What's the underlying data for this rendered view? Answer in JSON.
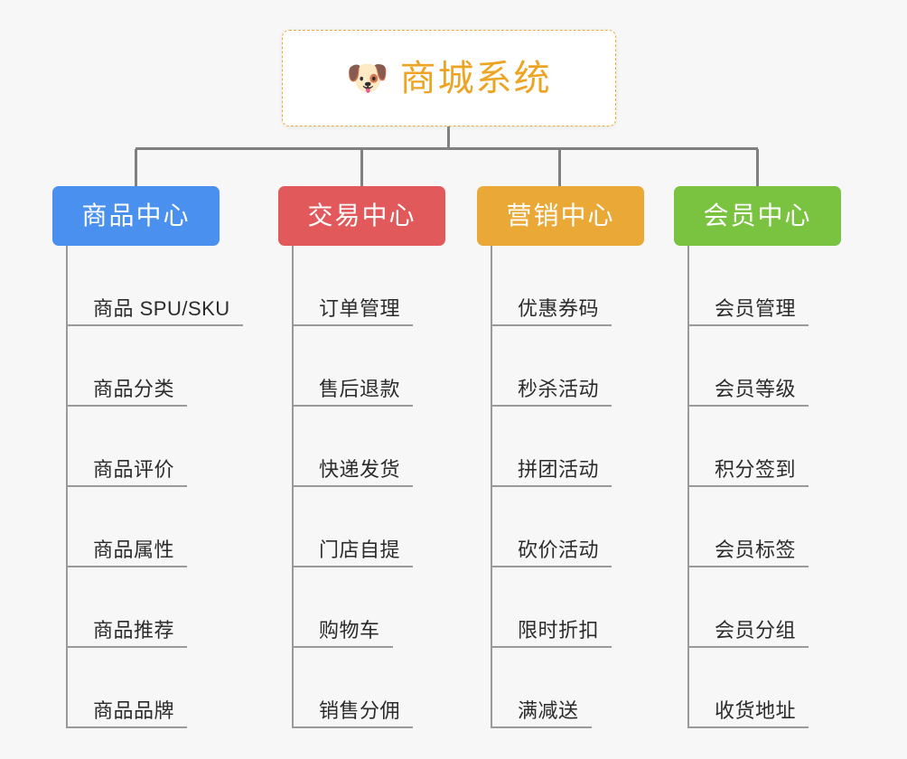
{
  "page": {
    "background_color": "#f7f7f7",
    "line_color": "#808080",
    "leaf_line_color": "#9a9a9a"
  },
  "root": {
    "icon": "🐶",
    "icon_name": "dog-face-emoji",
    "title": "商城系统",
    "title_color": "#eda423",
    "border_color": "#f0a93b"
  },
  "categories": [
    {
      "label": "商品中心",
      "color": "#4a90ee",
      "items": [
        {
          "label": "商品 SPU/SKU"
        },
        {
          "label": "商品分类"
        },
        {
          "label": "商品评价"
        },
        {
          "label": "商品属性"
        },
        {
          "label": "商品推荐"
        },
        {
          "label": "商品品牌"
        }
      ]
    },
    {
      "label": "交易中心",
      "color": "#e2595b",
      "items": [
        {
          "label": "订单管理"
        },
        {
          "label": "售后退款"
        },
        {
          "label": "快递发货"
        },
        {
          "label": "门店自提"
        },
        {
          "label": "购物车"
        },
        {
          "label": "销售分佣"
        }
      ]
    },
    {
      "label": "营销中心",
      "color": "#eaa937",
      "items": [
        {
          "label": "优惠券码"
        },
        {
          "label": "秒杀活动"
        },
        {
          "label": "拼团活动"
        },
        {
          "label": "砍价活动"
        },
        {
          "label": "限时折扣"
        },
        {
          "label": "满减送"
        }
      ]
    },
    {
      "label": "会员中心",
      "color": "#79c340",
      "items": [
        {
          "label": "会员管理"
        },
        {
          "label": "会员等级"
        },
        {
          "label": "积分签到"
        },
        {
          "label": "会员标签"
        },
        {
          "label": "会员分组"
        },
        {
          "label": "收货地址"
        }
      ]
    }
  ]
}
